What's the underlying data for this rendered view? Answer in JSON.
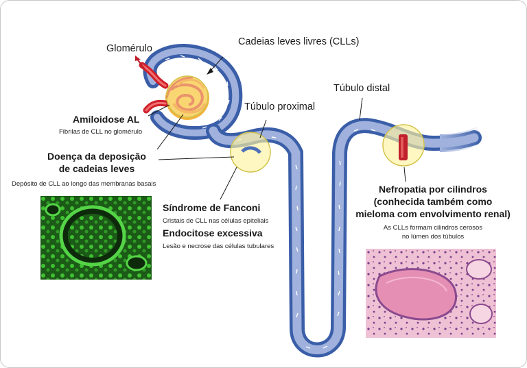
{
  "labels": {
    "glomerulo": "Glomérulo",
    "cll": "Cadeias leves livres (CLLs)",
    "tubulo_distal": "Túbulo distal",
    "tubulo_proximal": "Túbulo proximal",
    "amiloidose": "Amiloidose AL",
    "amiloidose_desc": "Fibrilas de CLL no glomérulo",
    "deposicao_l1": "Doença da deposição",
    "deposicao_l2": "de cadeias leves",
    "deposicao_desc": "Depósito de CLL ao longo das membranas basais",
    "fanconi": "Síndrome de Fanconi",
    "fanconi_desc": "Cristais de CLL nas células epiteliais",
    "endocitose": "Endocitose excessiva",
    "endocitose_desc": "Lesão e necrose das células tubulares",
    "nefropatia_l1": "Nefropatia por cilindros",
    "nefropatia_l2": "(conhecida também como",
    "nefropatia_l3": "mieloma com envolvimento renal)",
    "nefropatia_desc_l1": "As CLLs formam cilindros cerosos",
    "nefropatia_desc_l2": "no lúmen dos túbulos"
  },
  "colors": {
    "tubule_outer": "#3a5ea8",
    "tubule_inner": "#9fb1dc",
    "artery": "#d0202a",
    "highlight": "#fff3a0",
    "micrograph_green": "#39b92e",
    "histology_pink": "#e9a9c4",
    "cast": "#c0202b"
  }
}
